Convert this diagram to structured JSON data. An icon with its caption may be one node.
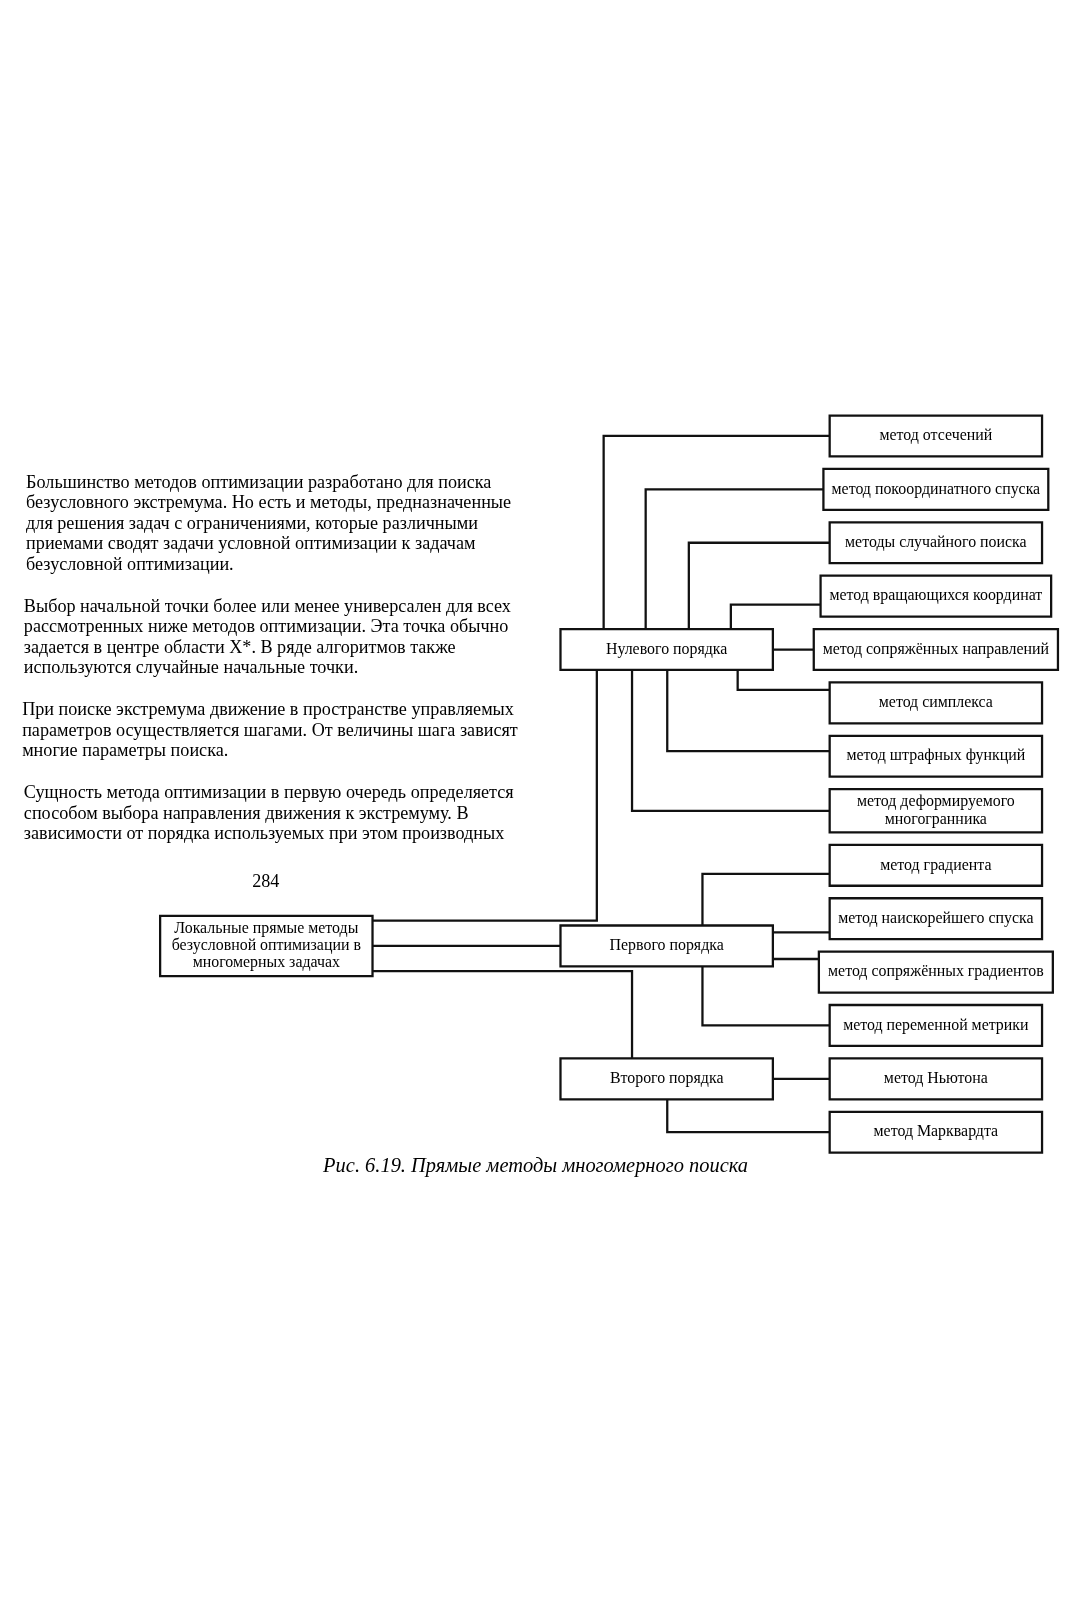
{
  "diagram": {
    "caption": "Рис. 6.19. Прямые методы многомерного поиска",
    "nodes": [
      {
        "text": [
          "Локальные прямые методы безусловной оптимизации в многомерных задачах"
        ]
      },
      {
        "text": [
          "Нулевого порядка"
        ]
      },
      {
        "text": [
          "Первого порядка"
        ]
      },
      {
        "text": [
          "Второго порядка"
        ]
      },
      {
        "text": [
          "метод отсечений"
        ]
      },
      {
        "text": [
          "метод покоординатного спуска"
        ]
      },
      {
        "text": [
          "методы случайного поиска"
        ]
      },
      {
        "text": [
          "метод вращающихся координат"
        ]
      },
      {
        "text": [
          "метод сопряжённых направлений"
        ]
      },
      {
        "text": [
          "метод симплекса"
        ]
      },
      {
        "text": [
          "метод штрафных функций"
        ]
      },
      {
        "text": [
          "метод деформируемого многогранника"
        ]
      },
      {
        "text": [
          "метод градиента"
        ]
      },
      {
        "text": [
          "метод наискорейшего спуска"
        ]
      },
      {
        "text": [
          "метод сопряжённых градиентов"
        ]
      },
      {
        "text": [
          "метод переменной метрики"
        ]
      },
      {
        "text": [
          "метод Ньютона"
        ]
      },
      {
        "text": [
          "метод Марквардта"
        ]
      }
    ],
    "edges": [
      {
        "from": 0,
        "to": 1,
        "arrow": "none"
      },
      {
        "from": 0,
        "to": 2,
        "arrow": "none"
      },
      {
        "from": 0,
        "to": 3,
        "arrow": "none"
      },
      {
        "from": 1,
        "to": 4,
        "arrow": "none"
      },
      {
        "from": 1,
        "to": 5,
        "arrow": "none"
      },
      {
        "from": 1,
        "to": 6,
        "arrow": "none"
      },
      {
        "from": 1,
        "to": 7,
        "arrow": "none"
      },
      {
        "from": 1,
        "to": 8,
        "arrow": "none"
      },
      {
        "from": 1,
        "to": 9,
        "arrow": "none"
      },
      {
        "from": 1,
        "to": 10,
        "arrow": "none"
      },
      {
        "from": 1,
        "to": 11,
        "arrow": "none"
      },
      {
        "from": 2,
        "to": 12,
        "arrow": "none"
      },
      {
        "from": 2,
        "to": 13,
        "arrow": "none"
      },
      {
        "from": 2,
        "to": 14,
        "arrow": "none"
      },
      {
        "from": 2,
        "to": 15,
        "arrow": "none"
      },
      {
        "from": 3,
        "to": 16,
        "arrow": "none"
      },
      {
        "from": 3,
        "to": 17,
        "arrow": "none"
      }
    ],
    "labels": [
      "Большинство методов оптимизации разработано для поиска безусловного экстремума. Но есть и методы, предназначенные для решения задач с ограничениями, которые различными приемами сводят задачи условной оптимизации к задачам безусловной оптимизации.",
      "Выбор начальной точки более или менее универсален для всех рассмотренных ниже методов оптимизации. Эта точка обычно задается в центре области X*. В ряде алгоритмов также используются случайные начальные точки.",
      "При поиске экстремума движение в пространстве управляемых параметров осуществляется шагами. От величины шага зависят многие параметры поиска.",
      "Сущность метода оптимизации в первую очередь определяется способом выбора направления движения к экстремуму. В зависимости от порядка используемых при этом производных",
      "284"
    ]
  }
}
